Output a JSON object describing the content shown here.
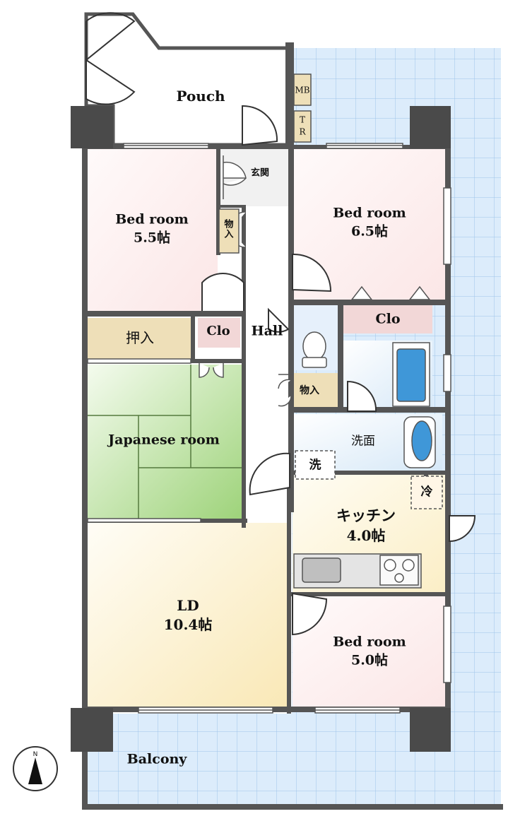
{
  "rooms": {
    "pouch": "Pouch",
    "mb": "MB",
    "tr_t": "T",
    "tr_r": "R",
    "genkan": "玄関",
    "storage1": "物入",
    "bed1_name": "Bed room",
    "bed1_size": "5.5帖",
    "bed2_name": "Bed room",
    "bed2_size": "6.5帖",
    "clo1": "Clo",
    "clo2": "Clo",
    "oshiire": "押入",
    "hall": "Hall",
    "storage2": "物入",
    "japanese": "Japanese room",
    "senmen": "洗面",
    "sentaku": "洗",
    "rei": "冷",
    "kitchen_name": "キッチン",
    "kitchen_size": "4.0帖",
    "ld_name": "LD",
    "ld_size": "10.4帖",
    "bed3_name": "Bed room",
    "bed3_size": "5.0帖",
    "balcony": "Balcony"
  },
  "compass": {
    "north": "N"
  },
  "colors": {
    "wall": "#555555",
    "bedroom": "#fdf0f0",
    "japanese": "#a9d88a",
    "oshiire": "#eedfb8",
    "clo": "#f2d7d7",
    "kitchen": "#fdf6e0",
    "ld": "#fdf3d8",
    "bath": "#e8f2fb",
    "balcony": "#dcecfb"
  }
}
